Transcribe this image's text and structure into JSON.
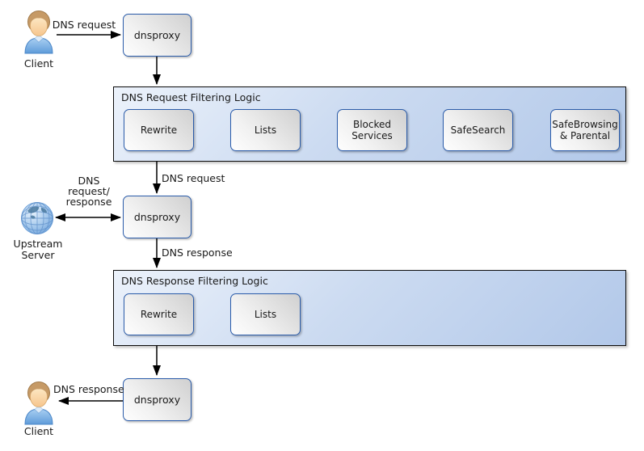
{
  "diagram": {
    "actors": {
      "client_top": {
        "label": "Client",
        "icon": "person-icon"
      },
      "upstream_server": {
        "label_line1": "Upstream",
        "label_line2": "Server",
        "icon": "globe-icon"
      },
      "client_bottom": {
        "label": "Client",
        "icon": "person-icon"
      }
    },
    "proxy_nodes": {
      "top": {
        "label": "dnsproxy"
      },
      "middle": {
        "label": "dnsproxy"
      },
      "bottom": {
        "label": "dnsproxy"
      }
    },
    "containers": {
      "request": {
        "title": "DNS Request Filtering Logic",
        "boxes": [
          {
            "label": "Rewrite"
          },
          {
            "label": "Lists"
          },
          {
            "label": "Blocked Services"
          },
          {
            "label": "SafeSearch"
          },
          {
            "label": "SafeBrowsing & Parental"
          }
        ]
      },
      "response": {
        "title": "DNS Response Filtering Logic",
        "boxes": [
          {
            "label": "Rewrite"
          },
          {
            "label": "Lists"
          }
        ]
      }
    },
    "edge_labels": {
      "client_request": "DNS request",
      "filtered_request": "DNS request",
      "upstream_exchange": {
        "line1": "DNS",
        "line2": "request/",
        "line3": "response"
      },
      "upstream_response": "DNS response",
      "client_response": "DNS response"
    },
    "colors": {
      "node_border": "#2b5caa",
      "node_fill_light": "#fefefe",
      "node_fill_dark": "#d0d0d0",
      "container_border": "#0d0d0d",
      "container_fill_light": "#ecf2fb",
      "container_fill_dark": "#b2c8e9",
      "arrow": "#000000",
      "text": "#1a1a1a"
    }
  }
}
